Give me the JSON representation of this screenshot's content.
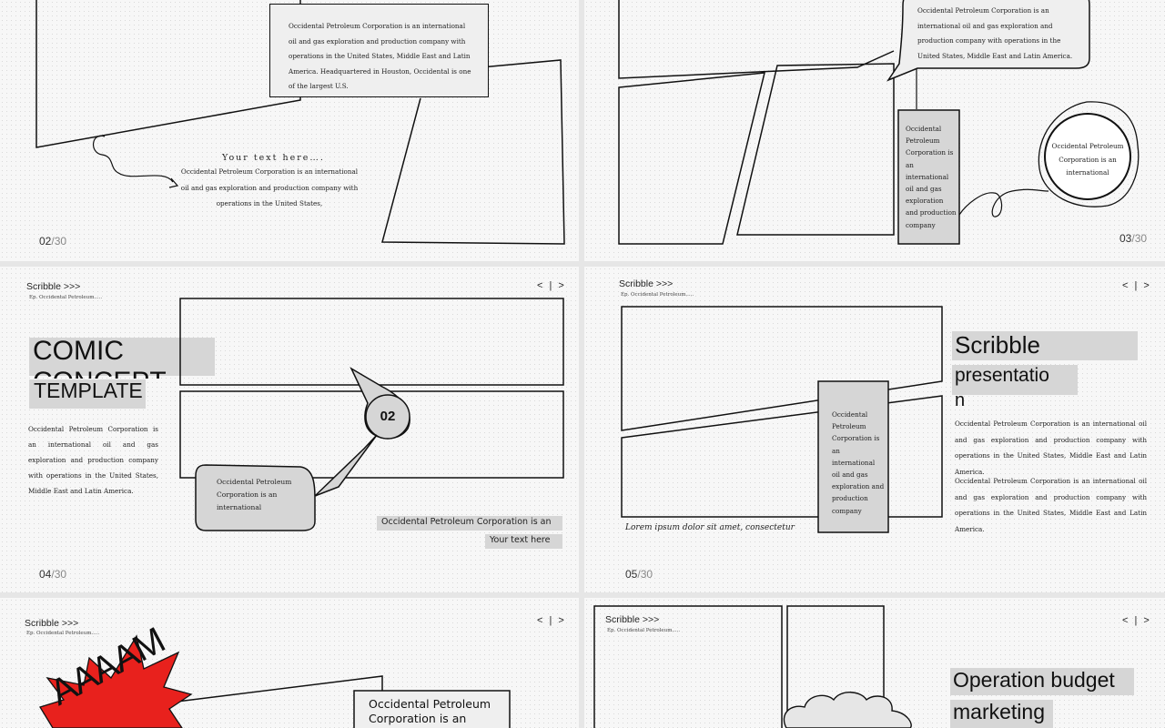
{
  "brand": "Scribble >>>",
  "brand_sub": "Ep. Occidental Petroleum.....",
  "nav_label": "< | >",
  "slide02": {
    "page": "02",
    "total": "/30",
    "box_text": "Occidental Petroleum Corporation is an international oil and gas exploration and production company with operations in the United States, Middle East and Latin America. Headquartered in Houston, Occidental is one of the largest U.S.",
    "your_text": "Your text here….",
    "caption": "Occidental Petroleum Corporation is an international oil and gas exploration and production company with operations in the United States,"
  },
  "slide03": {
    "page": "03",
    "total": "/30",
    "bubble_text": "Occidental Petroleum Corporation is an international oil and gas exploration and production company with operations in the United States, Middle East and Latin America.",
    "column_text": "Occidental Petroleum Corporation is an international oil and gas exploration and production company",
    "circle_text": "Occidental Petroleum Corporation is an international"
  },
  "slide04": {
    "page": "04",
    "total": "/30",
    "title_line1": "COMIC CONCEPT",
    "title_line2": "TEMPLATE",
    "body": "Occidental Petroleum Corporation is an international oil and gas exploration and production company with operations in the United States, Middle East and Latin America.",
    "badge": "02",
    "bubble_text": "Occidental Petroleum Corporation is an international",
    "caption_line1": "Occidental Petroleum Corporation is an",
    "caption_line2": "Your text here"
  },
  "slide05": {
    "page": "05",
    "total": "/30",
    "title_line1": "Scribble",
    "title_line2": "presentatio",
    "title_line3": "n",
    "para1": "Occidental Petroleum Corporation is an international oil and gas exploration and production company with operations in the United States, Middle East and Latin America.",
    "para2": "Occidental Petroleum Corporation is an international oil and gas exploration and production company with operations in the United States, Middle East and Latin America.",
    "column_text": "Occidental Petroleum Corporation is an international oil and gas exploration and production company",
    "lorem": "Lorem ipsum dolor sit amet, consectetur"
  },
  "slide06": {
    "burst_text": "AAAAM",
    "box_text": "Occidental Petroleum Corporation is an"
  },
  "slide07": {
    "title_line1": "Operation budget",
    "title_line2": "marketing"
  }
}
